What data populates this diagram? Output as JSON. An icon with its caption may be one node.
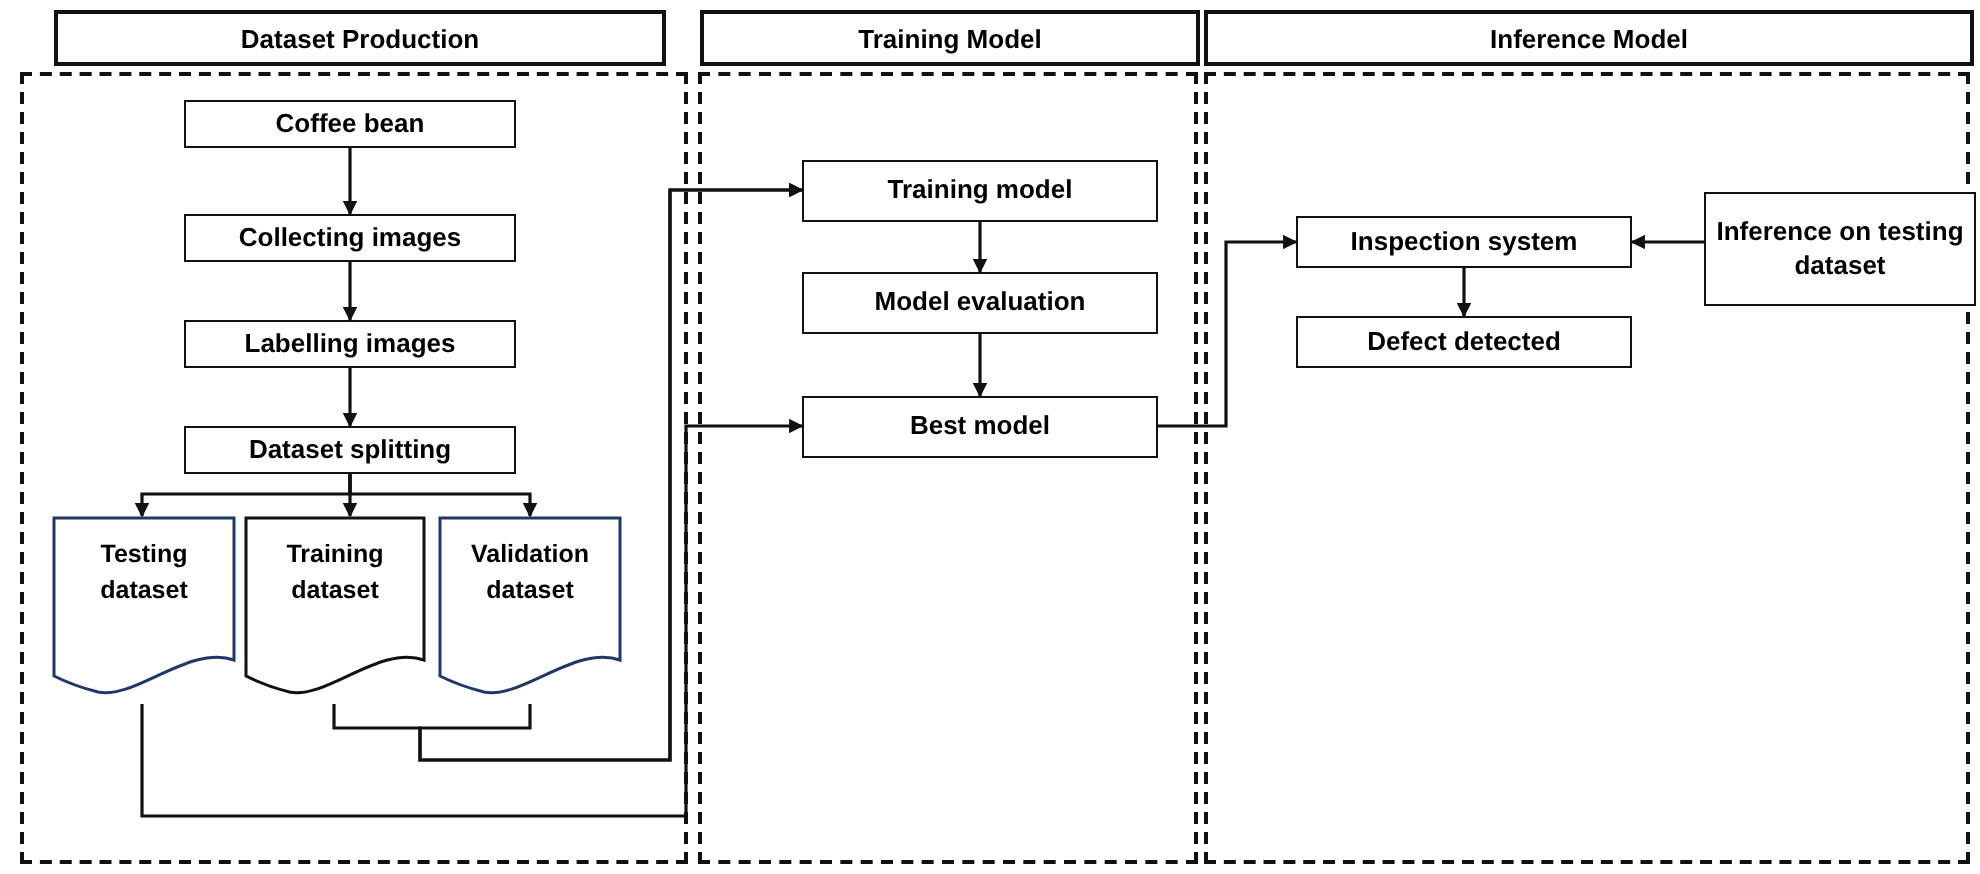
{
  "diagram": {
    "nodes": [
      {
        "text": [
          "Dataset Production"
        ]
      },
      {
        "text": [
          "Coffee bean"
        ],
        "in": 0
      },
      {
        "text": [
          "Collecting images"
        ],
        "in": 0
      },
      {
        "text": [
          "Labelling images"
        ],
        "in": 0
      },
      {
        "text": [
          "Dataset splitting"
        ],
        "in": 0
      },
      {
        "text": [
          "Testing dataset"
        ],
        "in": 0
      },
      {
        "text": [
          "Training dataset"
        ],
        "in": 0
      },
      {
        "text": [
          "Validation dataset"
        ],
        "in": 0
      },
      {
        "text": [
          "Training Model"
        ]
      },
      {
        "text": [
          "Training model"
        ],
        "in": 8
      },
      {
        "text": [
          "Model evaluation"
        ],
        "in": 8
      },
      {
        "text": [
          "Best model"
        ],
        "in": 8
      },
      {
        "text": [
          "Inference Model"
        ]
      },
      {
        "text": [
          "Inspection system"
        ],
        "in": 12
      },
      {
        "text": [
          "Inference on testing dataset"
        ],
        "in": 12
      },
      {
        "text": [
          "Defect detected"
        ],
        "in": 12
      }
    ],
    "edges": [
      {
        "from": 1,
        "to": 2,
        "arrow": "to"
      },
      {
        "from": 2,
        "to": 3,
        "arrow": "to"
      },
      {
        "from": 3,
        "to": 4,
        "arrow": "to"
      },
      {
        "from": 4,
        "to": 5,
        "arrow": "to"
      },
      {
        "from": 4,
        "to": 6,
        "arrow": "to"
      },
      {
        "from": 4,
        "to": 7,
        "arrow": "to"
      },
      {
        "from": 6,
        "to": 9,
        "arrow": "to"
      },
      {
        "from": 7,
        "to": 9,
        "arrow": "to"
      },
      {
        "from": 5,
        "to": 11,
        "arrow": "to"
      },
      {
        "from": 9,
        "to": 10,
        "arrow": "to"
      },
      {
        "from": 10,
        "to": 11,
        "arrow": "to"
      },
      {
        "from": 11,
        "to": 13,
        "arrow": "to"
      },
      {
        "from": 14,
        "to": 13,
        "arrow": "to"
      },
      {
        "from": 13,
        "to": 15,
        "arrow": "to"
      }
    ]
  }
}
